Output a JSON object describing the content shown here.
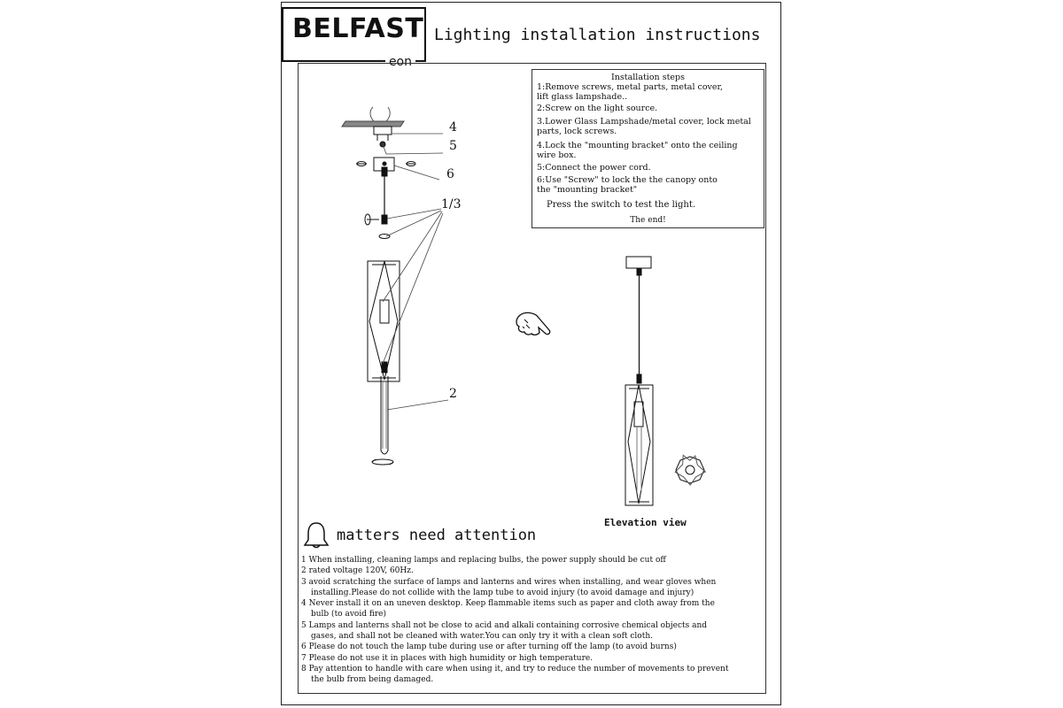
{
  "brand": {
    "name": "BELFAST",
    "sub": "eon"
  },
  "title": "Lighting installation instructions",
  "steps": {
    "heading": "Installation steps",
    "items": [
      [
        "1:Remove screws, metal parts, metal cover,",
        "lift glass lampshade.."
      ],
      [
        "2:Screw on the light source."
      ],
      [
        "3.Lower Glass Lampshade/metal cover, lock metal",
        "parts, lock screws."
      ],
      [
        "4.Lock the \"mounting bracket\" onto the ceiling",
        "wire box."
      ],
      [
        "5:Connect the power cord."
      ],
      [
        "6:Use \"Screw\"  to lock the  the canopy onto",
        "the \"mounting bracket\""
      ]
    ],
    "final": "Press the switch to test the light.",
    "end": "The end!"
  },
  "callouts": {
    "c4": "4",
    "c5": "5",
    "c6": "6",
    "c13": "1/3",
    "c2": "2"
  },
  "elevation_caption": "Elevation view",
  "attention": {
    "title": "matters need attention",
    "items": [
      [
        "1 When installing, cleaning lamps and replacing bulbs, the power supply should be cut off"
      ],
      [
        "2 rated voltage 120V, 60Hz."
      ],
      [
        "3 avoid scratching the surface of lamps and lanterns and wires when installing, and wear gloves when",
        "installing.Please do not collide with the lamp tube to avoid injury (to avoid damage and injury)"
      ],
      [
        "4 Never install it on an uneven desktop. Keep flammable items such as paper and cloth away from the",
        "bulb (to avoid fire)"
      ],
      [
        "5 Lamps and lanterns shall not be close to acid and alkali containing corrosive chemical objects and",
        "gases, and shall not be cleaned with water.You can only try it with a clean soft cloth."
      ],
      [
        "6 Please do not touch the lamp tube during use or after turning off the lamp (to avoid burns)"
      ],
      [
        "7 Please do not use it in places with high humidity or high temperature."
      ],
      [
        "8 Pay attention to handle with care when using it, and try to reduce the number of movements to prevent",
        "the bulb from being damaged."
      ]
    ]
  },
  "icons": {
    "pointer": "pointing-hand-icon",
    "bell": "bell-icon"
  },
  "colors": {
    "ink": "#111111",
    "paper": "#ffffff"
  }
}
